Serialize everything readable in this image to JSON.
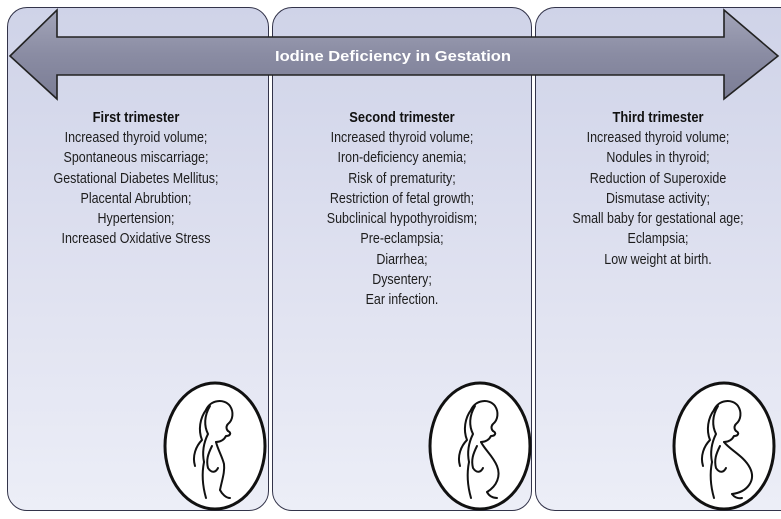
{
  "banner": {
    "title": "Iodine Deficiency in Gestation"
  },
  "trimesters": [
    {
      "heading": "First trimester",
      "items": [
        "Increased thyroid volume;",
        "Spontaneous miscarriage;",
        "Gestational Diabetes Mellitus;",
        "Placental Abrubtion;",
        "Hypertension;",
        "Increased Oxidative Stress"
      ]
    },
    {
      "heading": "Second trimester",
      "items": [
        "Increased thyroid volume;",
        "Iron-deficiency anemia;",
        "Risk of prematurity;",
        "Restriction of fetal growth;",
        "Subclinical hypothyroidism;",
        "Pre-eclampsia;",
        "Diarrhea;",
        "Dysentery;",
        "Ear infection."
      ]
    },
    {
      "heading": "Third trimester",
      "items": [
        "Increased thyroid volume;",
        "Nodules in thyroid;",
        "Reduction of Superoxide",
        "Dismutase activity;",
        "Small baby for gestational age;",
        "Eclampsia;",
        "Low weight at birth."
      ]
    }
  ],
  "icons": [
    "pregnant-woman-icon"
  ],
  "colors": {
    "panel": "#dfe2f0",
    "arrow": "#8d8fa6",
    "border": "#33344a",
    "banner_text": "#ffffff"
  }
}
